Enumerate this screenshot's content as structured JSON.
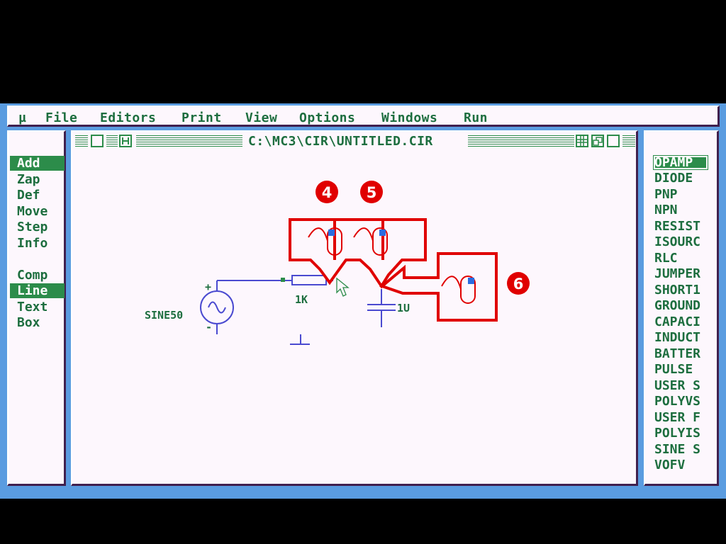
{
  "menu": {
    "items": [
      {
        "label": "µ",
        "name": "menu-system"
      },
      {
        "label": "File",
        "name": "menu-file"
      },
      {
        "label": "Editors",
        "name": "menu-editors"
      },
      {
        "label": "Print",
        "name": "menu-print"
      },
      {
        "label": "View",
        "name": "menu-view"
      },
      {
        "label": "Options",
        "name": "menu-options"
      },
      {
        "label": "Windows",
        "name": "menu-windows"
      },
      {
        "label": "Run",
        "name": "menu-run"
      }
    ]
  },
  "commands": {
    "items": [
      {
        "label": "Add",
        "selected": true
      },
      {
        "label": "Zap",
        "selected": false
      },
      {
        "label": "Def",
        "selected": false
      },
      {
        "label": "Move",
        "selected": false
      },
      {
        "label": "Step",
        "selected": false
      },
      {
        "label": "Info",
        "selected": false
      },
      {
        "label": "Comp",
        "selected": false
      },
      {
        "label": "Line",
        "selected": true
      },
      {
        "label": "Text",
        "selected": false
      },
      {
        "label": "Box",
        "selected": false
      }
    ]
  },
  "components": {
    "items": [
      {
        "label": "OPAMP",
        "selected": true
      },
      {
        "label": "DIODE",
        "selected": false
      },
      {
        "label": "PNP",
        "selected": false
      },
      {
        "label": "NPN",
        "selected": false
      },
      {
        "label": "RESIST",
        "selected": false
      },
      {
        "label": "ISOURC",
        "selected": false
      },
      {
        "label": "RLC",
        "selected": false
      },
      {
        "label": "JUMPER",
        "selected": false
      },
      {
        "label": "SHORT1",
        "selected": false
      },
      {
        "label": "GROUND",
        "selected": false
      },
      {
        "label": "CAPACI",
        "selected": false
      },
      {
        "label": "INDUCT",
        "selected": false
      },
      {
        "label": "BATTER",
        "selected": false
      },
      {
        "label": "PULSE",
        "selected": false
      },
      {
        "label": "USER S",
        "selected": false
      },
      {
        "label": "POLYVS",
        "selected": false
      },
      {
        "label": "USER F",
        "selected": false
      },
      {
        "label": "POLYIS",
        "selected": false
      },
      {
        "label": "SINE S",
        "selected": false
      },
      {
        "label": "VOFV",
        "selected": false
      }
    ]
  },
  "window": {
    "title": "C:\\MC3\\CIR\\UNTITLED.CIR",
    "tool_icons": [
      "restore-icon",
      "help-icon",
      "grid-icon",
      "cascade-icon",
      "maximize-icon"
    ]
  },
  "circuit": {
    "source_label": "SINE50",
    "source_plus": "+",
    "source_minus": "-",
    "resistor_label": "1K",
    "capacitor_label": "1U"
  },
  "callouts": [
    {
      "number": "4",
      "icon": "mouse-icon"
    },
    {
      "number": "5",
      "icon": "mouse-icon"
    },
    {
      "number": "6",
      "icon": "mouse-icon"
    }
  ],
  "colors": {
    "desktop": "#5a9ce0",
    "panel": "#fdf7fd",
    "text_green": "#1d6e3f",
    "highlight": "#2c8c4a",
    "wire": "#4a4ad0",
    "callout_red": "#e00000",
    "mouse_button": "#2b6ce0"
  }
}
